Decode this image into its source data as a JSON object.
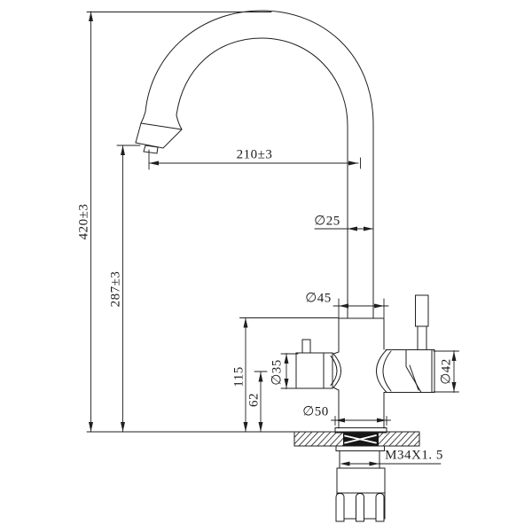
{
  "colors": {
    "line": "#1f1f1f",
    "background": "#ffffff"
  },
  "labels": {
    "overall_height": "420±3",
    "outlet_height": "287±3",
    "spout_reach": "210±3",
    "spout_tube_diameter": "∅25",
    "body_diameter": "∅45",
    "left_handle_diameter": "∅35",
    "right_handle_diameter": "∅42",
    "handle_top_height": "115",
    "handle_axis_height": "62",
    "base_diameter": "∅50",
    "thread_spec": "M34X1. 5"
  }
}
